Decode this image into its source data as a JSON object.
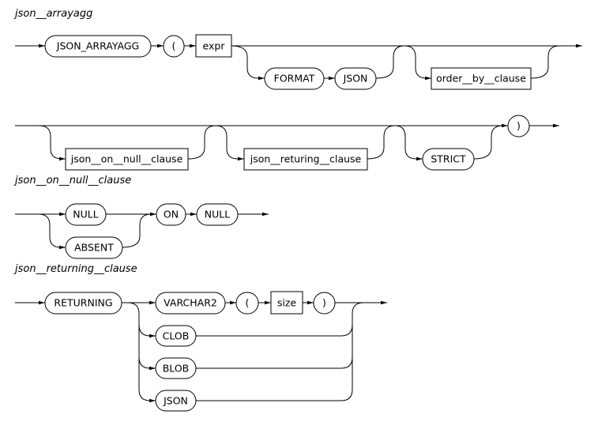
{
  "diagrams": [
    {
      "title": "json__arrayagg",
      "nodes": [
        {
          "id": "n_json_arrayagg",
          "kind": "terminal",
          "text": "JSON_ARRAYAGG"
        },
        {
          "id": "n_lparen",
          "kind": "terminal",
          "text": "("
        },
        {
          "id": "n_expr",
          "kind": "nonterminal",
          "text": "expr"
        },
        {
          "id": "n_format",
          "kind": "terminal",
          "text": "FORMAT"
        },
        {
          "id": "n_json",
          "kind": "terminal",
          "text": "JSON"
        },
        {
          "id": "n_order_by",
          "kind": "nonterminal",
          "text": "order__by__clause"
        },
        {
          "id": "n_on_null",
          "kind": "nonterminal",
          "text": "json__on__null__clause"
        },
        {
          "id": "n_returing",
          "kind": "nonterminal",
          "text": "json__returing__clause"
        },
        {
          "id": "n_strict",
          "kind": "terminal",
          "text": "STRICT"
        },
        {
          "id": "n_rparen",
          "kind": "terminal",
          "text": ")"
        }
      ]
    },
    {
      "title": "json__on__null__clause",
      "nodes": [
        {
          "id": "m_null1",
          "kind": "terminal",
          "text": "NULL"
        },
        {
          "id": "m_absent",
          "kind": "terminal",
          "text": "ABSENT"
        },
        {
          "id": "m_on",
          "kind": "terminal",
          "text": "ON"
        },
        {
          "id": "m_null2",
          "kind": "terminal",
          "text": "NULL"
        }
      ]
    },
    {
      "title": "json__returning__clause",
      "nodes": [
        {
          "id": "r_returning",
          "kind": "terminal",
          "text": "RETURNING"
        },
        {
          "id": "r_varchar2",
          "kind": "terminal",
          "text": "VARCHAR2"
        },
        {
          "id": "r_lparen",
          "kind": "terminal",
          "text": "("
        },
        {
          "id": "r_size",
          "kind": "nonterminal",
          "text": "size"
        },
        {
          "id": "r_rparen",
          "kind": "terminal",
          "text": ")"
        },
        {
          "id": "r_clob",
          "kind": "terminal",
          "text": "CLOB"
        },
        {
          "id": "r_blob",
          "kind": "terminal",
          "text": "BLOB"
        },
        {
          "id": "r_json",
          "kind": "terminal",
          "text": "JSON"
        }
      ]
    }
  ]
}
